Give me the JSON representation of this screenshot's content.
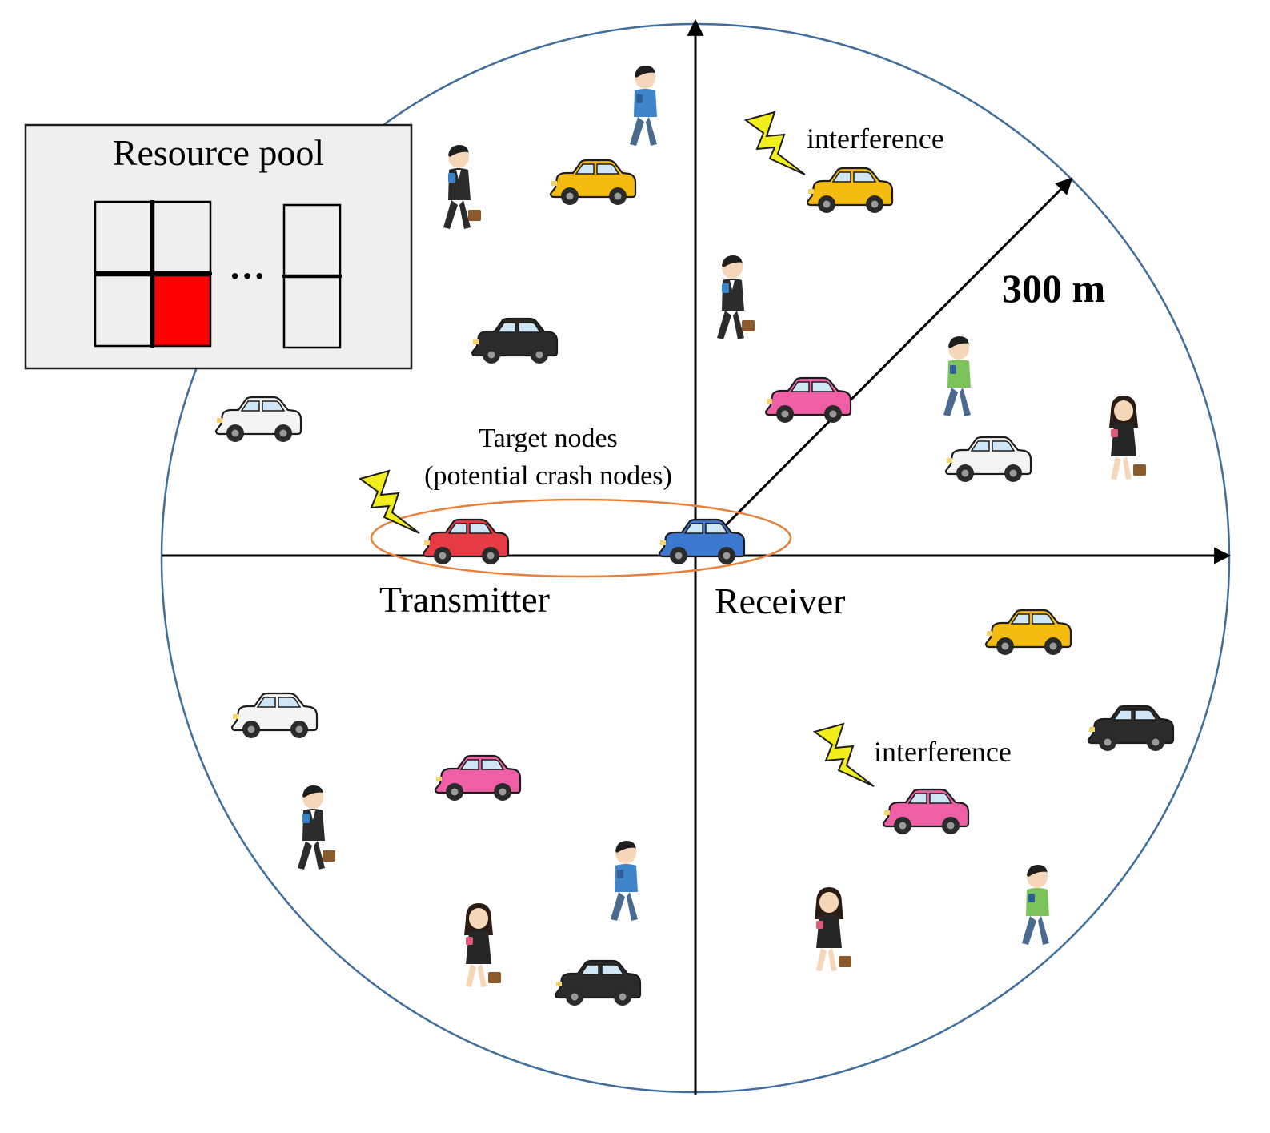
{
  "resource_pool": {
    "title": "Resource pool",
    "ellipsis": "···",
    "selected_color": "#ff0000"
  },
  "labels": {
    "target_line1": "Target nodes",
    "target_line2": "(potential crash nodes)",
    "transmitter": "Transmitter",
    "receiver": "Receiver",
    "range": "300 m",
    "interference": "interference"
  },
  "colors": {
    "circle_border": "#3f6e9c",
    "target_ellipse": "#e8803a",
    "lightning": "#f2ee1c",
    "car_yellow": "#f4bb10",
    "car_black": "#2b2b2b",
    "car_white": "#f4f4f4",
    "car_pink": "#ef5fa6",
    "car_red": "#e63a44",
    "car_blue": "#3b79d0"
  }
}
